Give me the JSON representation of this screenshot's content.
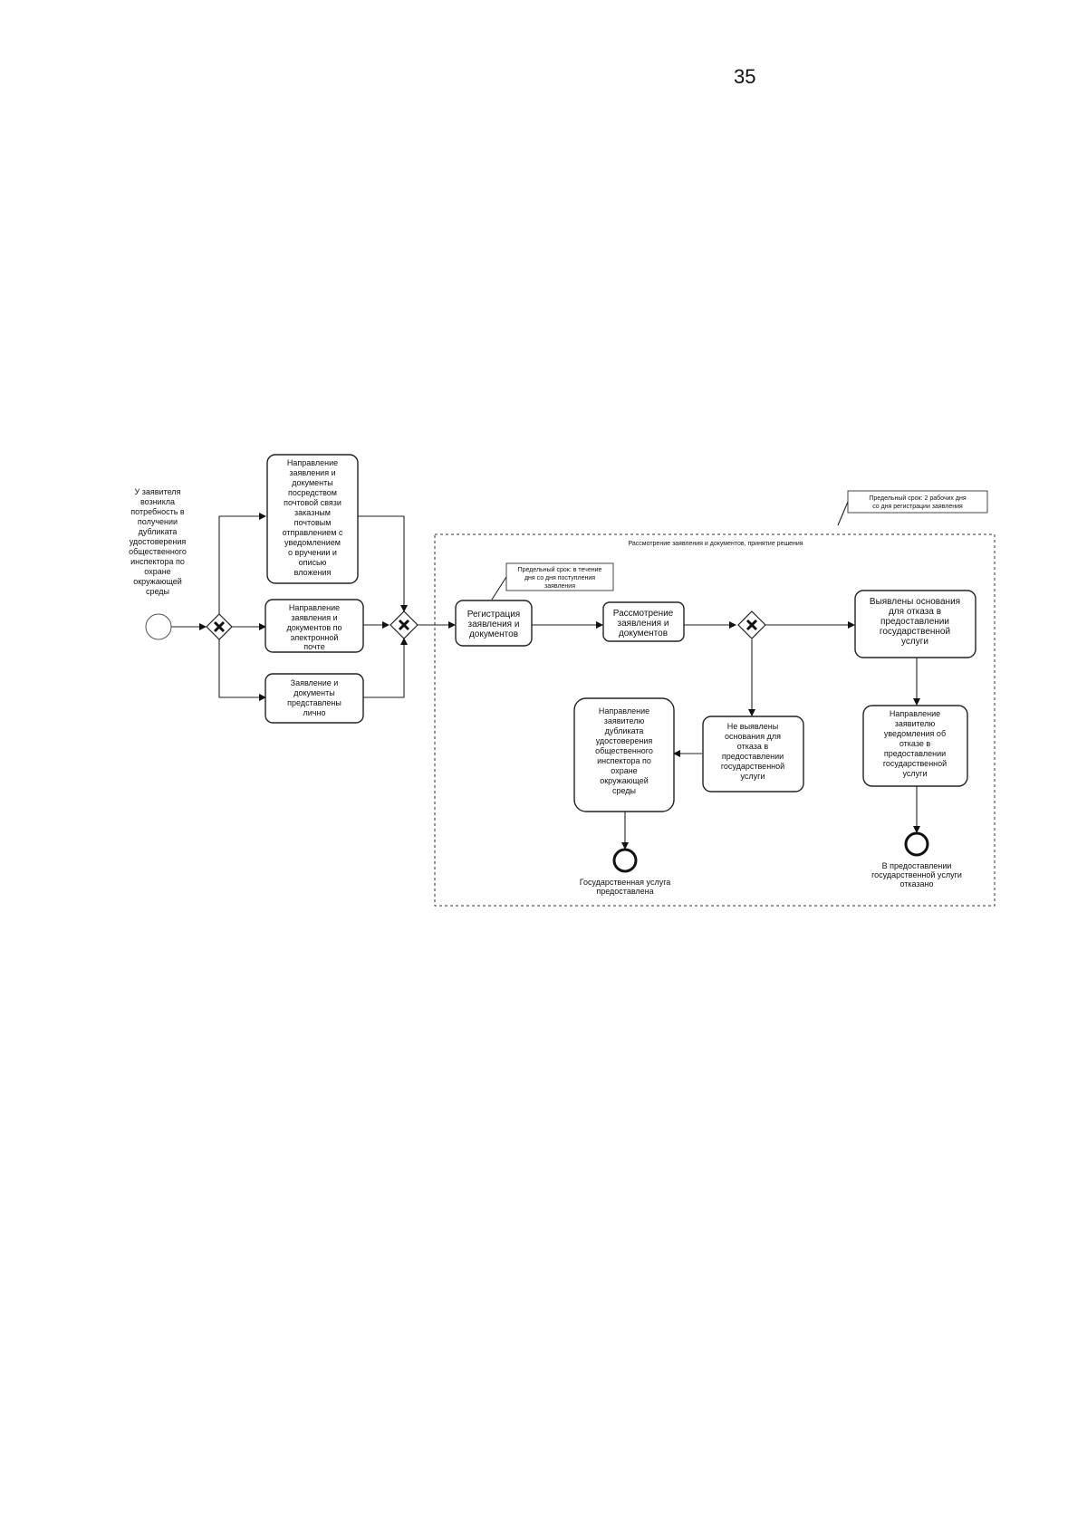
{
  "page_number": "35",
  "start_event": {
    "label": [
      "У заявителя",
      "возникла",
      "потребность в",
      "получении",
      "дубликата",
      "удостоверения",
      "общественного",
      "инспектора по",
      "охране",
      "окружающей",
      "среды"
    ]
  },
  "tasks": {
    "post": [
      "Направление",
      "заявления и",
      "документы",
      "посредством",
      "почтовой связи",
      "заказным",
      "почтовым",
      "отправлением с",
      "уведомлением",
      "о вручении и",
      "описью",
      "вложения"
    ],
    "email": [
      "Направление",
      "заявления и",
      "документов по",
      "электронной",
      "почте"
    ],
    "personal": [
      "Заявление и",
      "документы",
      "представлены",
      "лично"
    ],
    "registration": [
      "Регистрация",
      "заявления и",
      "документов"
    ],
    "review": [
      "Рассмотрение",
      "заявления и",
      "документов"
    ],
    "grounds_found": [
      "Выявлены основания",
      "для отказа в",
      "предоставлении",
      "государственной",
      "услуги"
    ],
    "notify_refusal": [
      "Направление",
      "заявителю",
      "уведомления об",
      "отказе в",
      "предоставлении",
      "государственной",
      "услуги"
    ],
    "grounds_not_found": [
      "Не выявлены",
      "основания для",
      "отказа в",
      "предоставлении",
      "государственной",
      "услуги"
    ],
    "send_duplicate": [
      "Направление",
      "заявителю",
      "дубликата",
      "удостоверения",
      "общественного",
      "инспектора по",
      "охране",
      "окружающей",
      "среды"
    ]
  },
  "end_events": {
    "provided": [
      "Государственная услуга",
      "предоставлена"
    ],
    "refused": [
      "В предоставлении",
      "государственной услуги",
      "отказано"
    ]
  },
  "subprocess": {
    "title": "Рассмотрение заявления и документов, принятие решения"
  },
  "annotations": {
    "registration_deadline": [
      "Предельный срок: в течение",
      "дня со дня поступления",
      "заявления"
    ],
    "total_deadline": [
      "Предельный срок: 2 рабочих дня",
      "со дня регистрации заявления"
    ]
  }
}
